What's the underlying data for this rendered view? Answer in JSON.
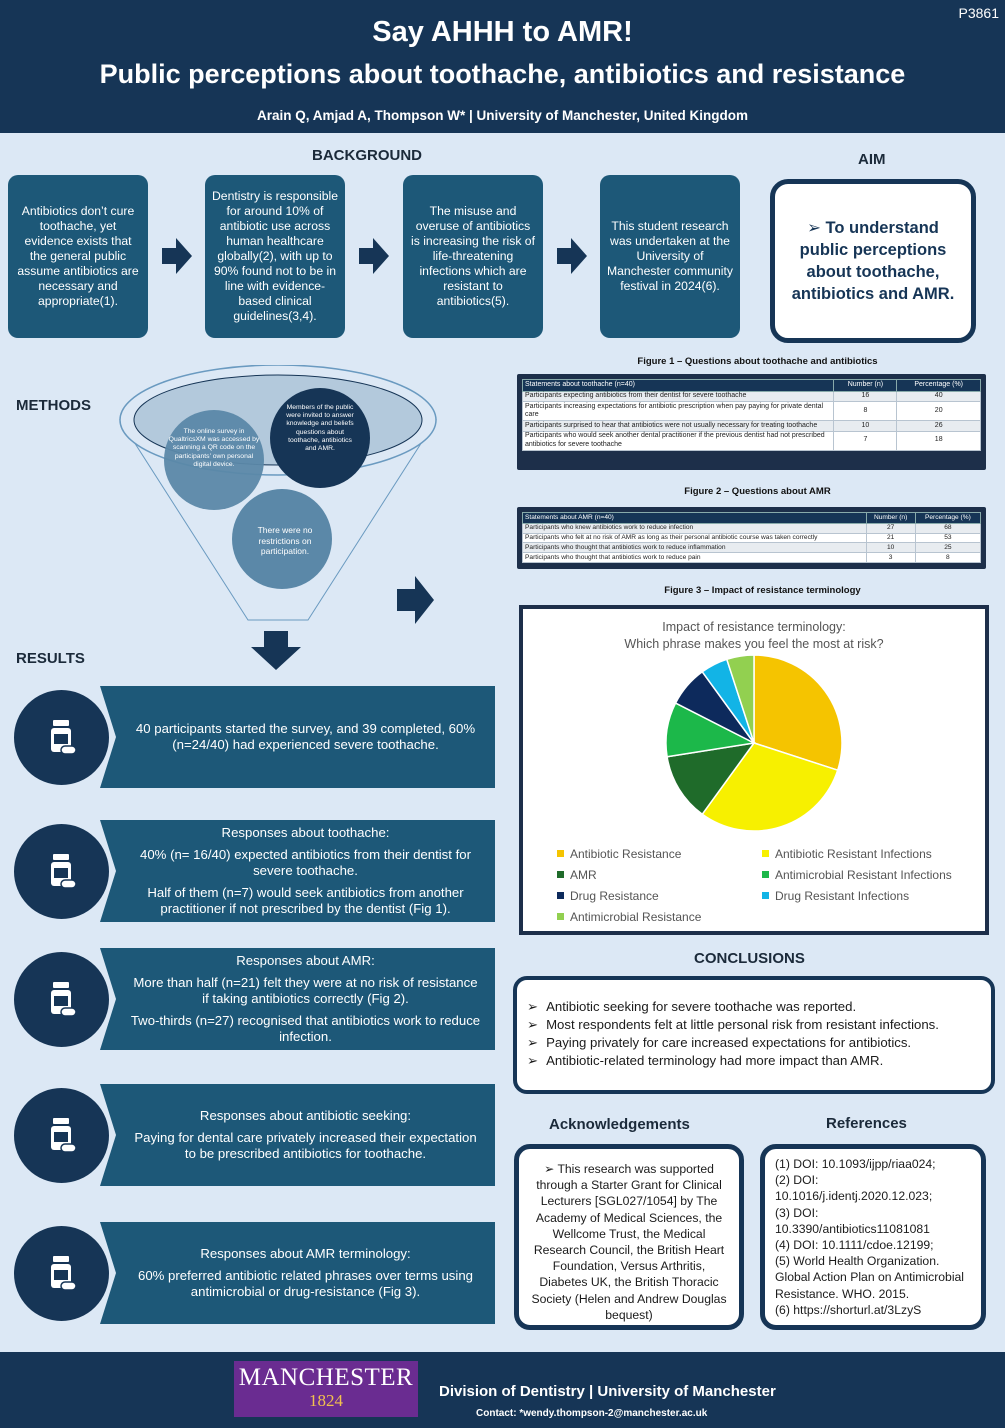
{
  "header": {
    "poster_id": "P3861",
    "title": "Say AHHH to AMR!",
    "subtitle": "Public perceptions about toothache, antibiotics and resistance",
    "authors": "Arain Q, Amjad A, Thompson W* | University of Manchester, United Kingdom"
  },
  "background": {
    "heading": "BACKGROUND",
    "boxes": [
      "Antibiotics don’t cure toothache, yet evidence exists that the general public assume antibiotics are necessary and appropriate(1).",
      "Dentistry is responsible for around 10% of antibiotic use across human healthcare globally(2), with up to 90% found not to be in line with evidence-based clinical guidelines(3,4).",
      "The misuse and overuse of antibiotics is increasing the risk of life-threatening infections which are resistant to antibiotics(5).",
      "This student research was undertaken at the University of Manchester community festival in 2024(6)."
    ]
  },
  "aim": {
    "heading": "AIM",
    "text": "To understand public perceptions about toothache, antibiotics and AMR."
  },
  "methods": {
    "heading": "METHODS",
    "bubbles": [
      "The online survey in QualtricsXM was accessed by scanning a QR code on the participants’ own personal digital device.",
      "Members of the public were invited to answer knowledge and beliefs questions about toothache, antibiotics and AMR.",
      "There were no restrictions on participation."
    ]
  },
  "figure1": {
    "caption": "Figure 1 – Questions about toothache and antibiotics",
    "headers": [
      "Statements about toothache (n=40)",
      "Number (n)",
      "Percentage (%)"
    ],
    "rows": [
      [
        "Participants expecting antibiotics from their dentist for severe toothache",
        "16",
        "40"
      ],
      [
        "Participants increasing expectations for antibiotic prescription when pay paying for private dental care",
        "8",
        "20"
      ],
      [
        "Participants surprised to hear that antibiotics were not usually necessary for treating toothache",
        "10",
        "26"
      ],
      [
        "Participants who would seek another dental practitioner if the previous dentist had not prescribed antibiotics for severe toothache",
        "7",
        "18"
      ]
    ]
  },
  "figure2": {
    "caption": "Figure 2 – Questions about AMR",
    "headers": [
      "Statements about AMR (n=40)",
      "Number (n)",
      "Percentage (%)"
    ],
    "rows": [
      [
        "Participants who knew antibiotics work to reduce infection",
        "27",
        "68"
      ],
      [
        "Participants who felt at no risk of AMR as long as their personal antibiotic course was taken correctly",
        "21",
        "53"
      ],
      [
        "Participants who thought that antibiotics work to reduce inflammation",
        "10",
        "25"
      ],
      [
        "Participants who thought that antibiotics work to reduce pain",
        "3",
        "8"
      ]
    ]
  },
  "figure3": {
    "caption": "Figure 3 – Impact of resistance terminology"
  },
  "chart_data": {
    "type": "pie",
    "title_lines": [
      "Impact of resistance terminology:",
      "Which phrase makes you feel the most at risk?"
    ],
    "categories": [
      "Antibiotic Resistance",
      "Antibiotic Resistant Infections",
      "AMR",
      "Antimicrobial Resistant Infections",
      "Drug Resistance",
      "Drug Resistant Infections",
      "Antimicrobial Resistance"
    ],
    "values": [
      30,
      30,
      12.5,
      10,
      7.5,
      5,
      5
    ],
    "colors": [
      "#f5c400",
      "#f7f000",
      "#1f6b2a",
      "#1cb84a",
      "#0d2a5c",
      "#12b4e6",
      "#92d050"
    ],
    "legend_position": "bottom"
  },
  "results": {
    "heading": "RESULTS",
    "boxes": [
      {
        "lines": [
          "40 participants started the survey, and 39 completed, 60% (n=24/40) had experienced severe toothache."
        ]
      },
      {
        "lines": [
          "Responses about toothache:",
          "40% (n= 16/40) expected antibiotics from their dentist for severe toothache.",
          "Half of them (n=7) would seek antibiotics from another practitioner if not prescribed by the dentist (Fig 1)."
        ]
      },
      {
        "lines": [
          "Responses about AMR:",
          "More than half (n=21) felt they were at no risk of resistance if taking antibiotics correctly (Fig 2).",
          "Two-thirds (n=27) recognised that antibiotics work to reduce infection."
        ]
      },
      {
        "lines": [
          "Responses about antibiotic seeking:",
          "Paying for dental care privately increased their expectation to be prescribed antibiotics for toothache."
        ]
      },
      {
        "lines": [
          "Responses about AMR terminology:",
          "60% preferred antibiotic related phrases over terms using antimicrobial or drug-resistance (Fig 3)."
        ]
      }
    ]
  },
  "conclusions": {
    "heading": "CONCLUSIONS",
    "items": [
      "Antibiotic seeking for severe toothache was reported.",
      "Most respondents felt at little personal risk from resistant infections.",
      "Paying privately for care increased expectations for antibiotics.",
      "Antibiotic-related terminology had more impact than AMR."
    ]
  },
  "acknowledgements": {
    "heading": "Acknowledgements",
    "text": "➢ This research was supported through a Starter Grant for Clinical Lecturers [SGL027/1054] by The Academy of Medical Sciences, the Wellcome Trust, the Medical Research Council, the British Heart Foundation, Versus Arthritis, Diabetes UK, the British Thoracic Society (Helen and Andrew Douglas bequest)"
  },
  "references": {
    "heading": "References",
    "items": [
      "(1) DOI: 10.1093/ijpp/riaa024;",
      "(2) DOI: 10.1016/j.identj.2020.12.023;",
      "(3) DOI: 10.3390/antibiotics11081081",
      "(4) DOI: 10.1111/cdoe.12199;",
      "(5) World Health Organization. Global Action Plan on Antimicrobial Resistance. WHO. 2015.",
      "(6) https://shorturl.at/3LzyS"
    ]
  },
  "footer": {
    "logo_main": "MANCHESTER",
    "logo_year": "1824",
    "division": "Division of Dentistry | University of Manchester",
    "contact": "Contact: *wendy.thompson-2@manchester.ac.uk"
  },
  "icons": {
    "result_icon": "medicine-bottle-icon",
    "arrow": "arrow-right-icon"
  }
}
